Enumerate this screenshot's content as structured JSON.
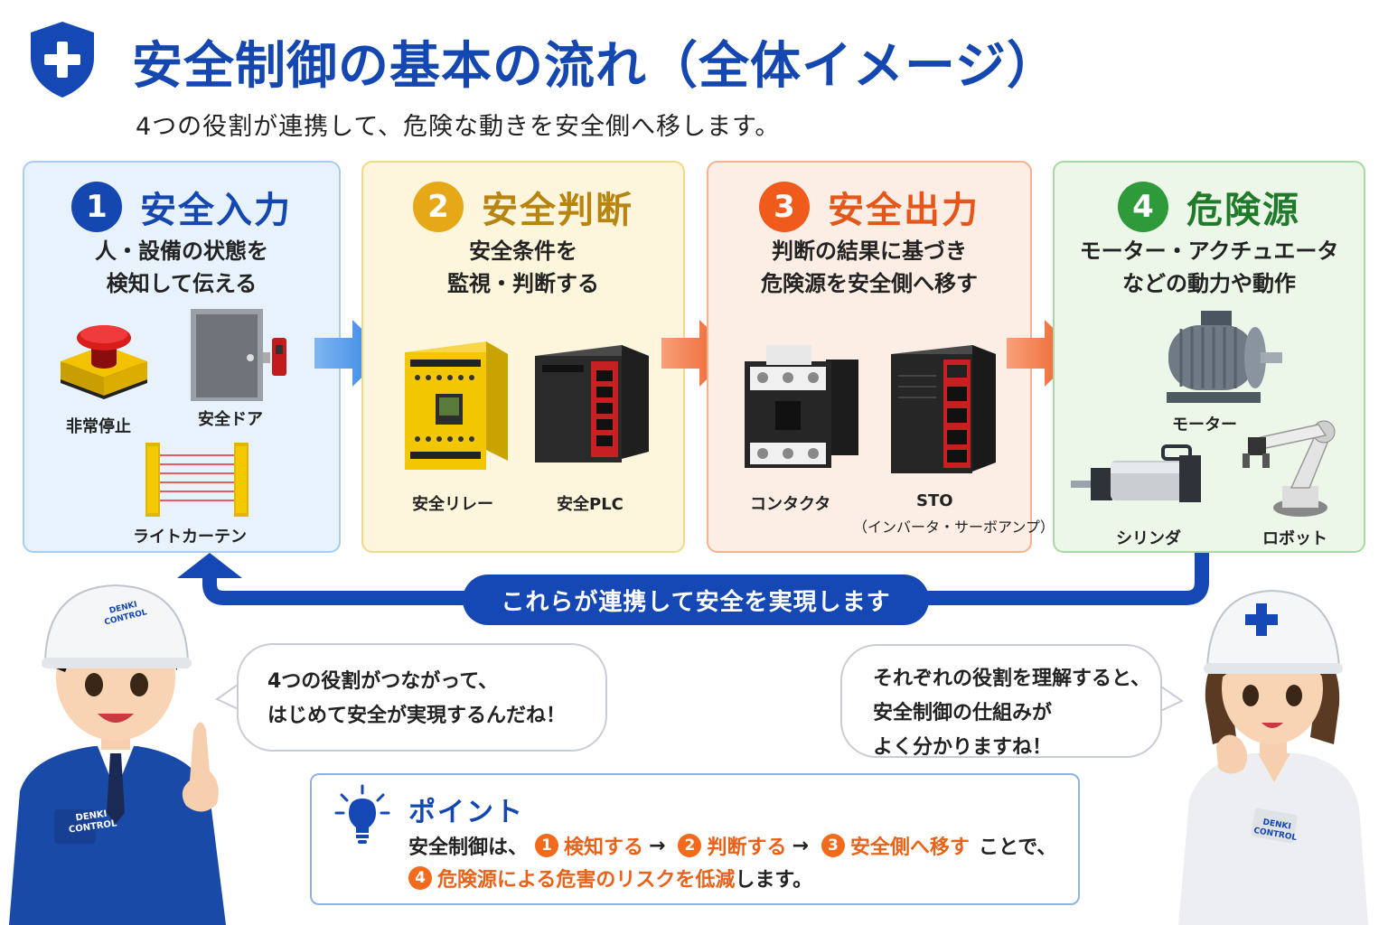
{
  "header": {
    "title": "安全制御の基本の流れ（全体イメージ）",
    "subtitle": "4つの役割が連携して、危険な動きを安全側へ移します。"
  },
  "steps": [
    {
      "number": "1",
      "label": "安全入力",
      "desc_line1": "人・設備の状態を",
      "desc_line2": "検知して伝える",
      "color": "#1447b0",
      "devices": [
        "非常停止",
        "安全ドア",
        "ライトカーテン"
      ]
    },
    {
      "number": "2",
      "label": "安全判断",
      "desc_line1": "安全条件を",
      "desc_line2": "監視・判断する",
      "color": "#e6a817",
      "label_color": "#b88410",
      "devices": [
        "安全リレー",
        "安全PLC"
      ]
    },
    {
      "number": "3",
      "label": "安全出力",
      "desc_line1": "判断の結果に基づき",
      "desc_line2": "危険源を安全側へ移す",
      "color": "#f05a1a",
      "label_color": "#e4561a",
      "devices": [
        "コンタクタ",
        "STO"
      ],
      "device_sub": "（インバータ・サーボアンプ）"
    },
    {
      "number": "4",
      "label": "危険源",
      "desc_line1": "モーター・アクチュエータ",
      "desc_line2": "などの動力や動作",
      "color": "#2e9a3a",
      "label_color": "#1f7a2a",
      "devices": [
        "モーター",
        "シリンダ",
        "ロボット"
      ]
    }
  ],
  "banner": "これらが連携して安全を実現します",
  "bubble_left": {
    "line1": "4つの役割がつながって、",
    "line2": "はじめて安全が実現するんだね！"
  },
  "bubble_right": {
    "line1": "それぞれの役割を理解すると、",
    "line2": "安全制御の仕組みが",
    "line3": "よく分かりますね！"
  },
  "characters": {
    "helmet_text": "DENKI CONTROL",
    "badge_text": "DENKI CONTROL"
  },
  "point": {
    "title": "ポイント",
    "line1_prefix": "安全制御は、",
    "step1": "検知する",
    "step2": "判断する",
    "step3": "安全側へ移す",
    "line1_suffix": "ことで、",
    "step4": "危険源による危害のリスクを低減",
    "line2_suffix": "します。",
    "arrow": "→"
  }
}
